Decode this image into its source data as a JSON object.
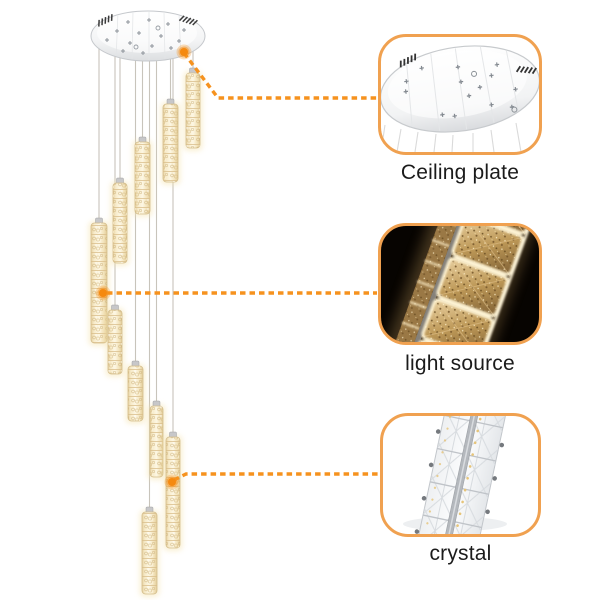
{
  "figure": {
    "description": "10-light crystal pendant chandelier hanging from a round ceiling plate",
    "pendant_count": 10
  },
  "callouts": [
    {
      "id": "ceiling-plate",
      "label": "Ceiling plate",
      "image": "ceiling-plate-closeup",
      "marker": "orange-dot-marker"
    },
    {
      "id": "light-source",
      "label": "light source",
      "image": "lit-crystal-closeup",
      "marker": "orange-dot-marker"
    },
    {
      "id": "crystal",
      "label": "crystal",
      "image": "crystal-bar-closeup",
      "marker": "orange-dot-marker"
    }
  ],
  "colors": {
    "accent": "#F6921E",
    "callout_border": "#F0A150",
    "label_text": "#1B1B1B",
    "background": "#FFFFFF",
    "light_source_card_bg": "#070401"
  }
}
